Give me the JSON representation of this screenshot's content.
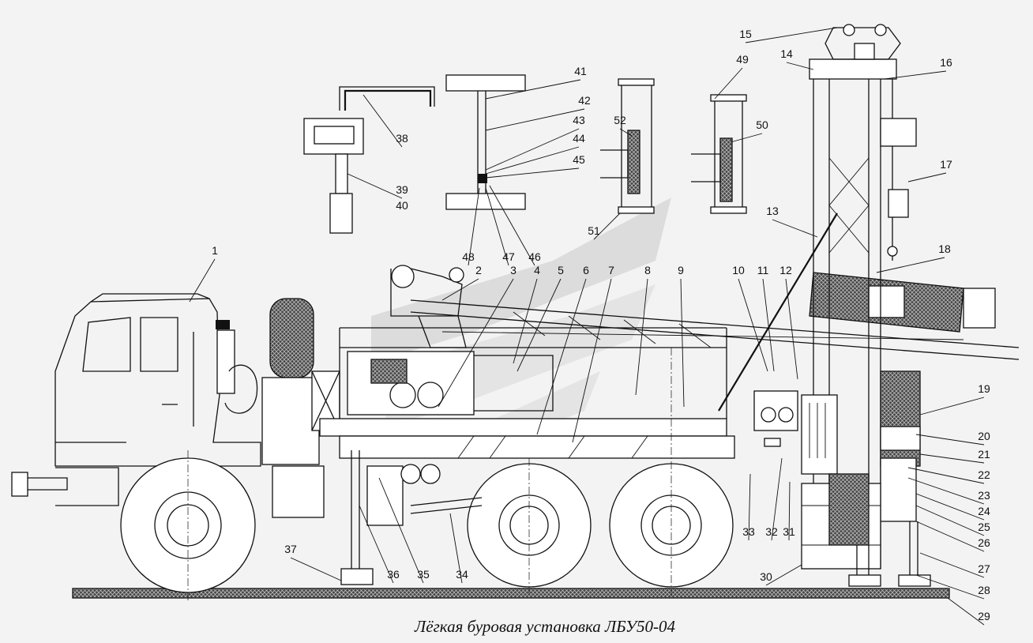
{
  "caption": "Лёгкая буровая установка ЛБУ50-04",
  "callouts": [
    {
      "label": "1"
    },
    {
      "label": "2"
    },
    {
      "label": "3"
    },
    {
      "label": "4"
    },
    {
      "label": "5"
    },
    {
      "label": "6"
    },
    {
      "label": "7"
    },
    {
      "label": "8"
    },
    {
      "label": "9"
    },
    {
      "label": "10"
    },
    {
      "label": "11"
    },
    {
      "label": "12"
    },
    {
      "label": "13"
    },
    {
      "label": "14"
    },
    {
      "label": "15"
    },
    {
      "label": "16"
    },
    {
      "label": "17"
    },
    {
      "label": "18"
    },
    {
      "label": "19"
    },
    {
      "label": "20"
    },
    {
      "label": "21"
    },
    {
      "label": "22"
    },
    {
      "label": "23"
    },
    {
      "label": "24"
    },
    {
      "label": "25"
    },
    {
      "label": "26"
    },
    {
      "label": "27"
    },
    {
      "label": "28"
    },
    {
      "label": "29"
    },
    {
      "label": "30"
    },
    {
      "label": "31"
    },
    {
      "label": "32"
    },
    {
      "label": "33"
    },
    {
      "label": "34"
    },
    {
      "label": "35"
    },
    {
      "label": "36"
    },
    {
      "label": "37"
    },
    {
      "label": "38"
    },
    {
      "label": "39"
    },
    {
      "label": "40"
    },
    {
      "label": "41"
    },
    {
      "label": "42"
    },
    {
      "label": "43"
    },
    {
      "label": "44"
    },
    {
      "label": "45"
    },
    {
      "label": "46"
    },
    {
      "label": "47"
    },
    {
      "label": "48"
    },
    {
      "label": "49"
    },
    {
      "label": "50"
    },
    {
      "label": "51"
    },
    {
      "label": "52"
    }
  ],
  "colors": {
    "ink": "#111111",
    "background": "#f3f3f3",
    "watermark": "#d9d9d9"
  },
  "watermark_icon": "dealer-logo-watermark"
}
